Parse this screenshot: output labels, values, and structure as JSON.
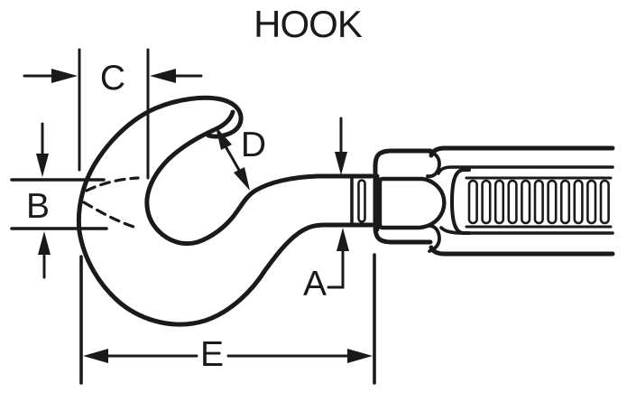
{
  "title": "HOOK",
  "dimension_labels": {
    "a": "A",
    "b": "B",
    "c": "C",
    "d": "D",
    "e": "E"
  },
  "colors": {
    "ink": "#1a1a1a",
    "paper": "#ffffff"
  }
}
